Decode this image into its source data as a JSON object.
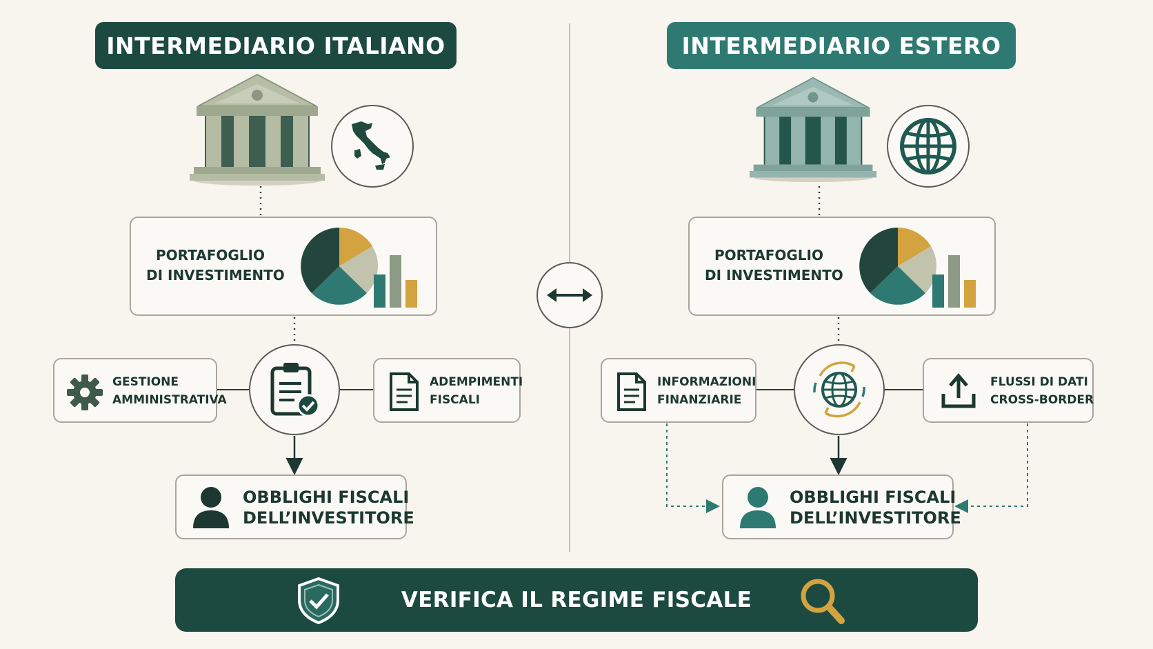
{
  "colors": {
    "dark_green": "#1c4a40",
    "teal": "#2e7a72",
    "sage": "#a8b19a",
    "gold": "#d2a33f",
    "background": "#f8f4ee"
  },
  "left": {
    "header": "INTERMEDIARIO ITALIANO",
    "portfolio": [
      "PORTAFOGLIO",
      "DI INVESTIMENTO"
    ],
    "node_left": [
      "GESTIONE",
      "AMMINISTRATIVA"
    ],
    "node_right": [
      "ADEMPIMENTI",
      "FISCALI"
    ],
    "result": [
      "OBBLIGHI FISCALI",
      "DELL’INVESTITORE"
    ],
    "icons": {
      "bank": "bank-building-icon",
      "country": "italy-map-icon",
      "center": "clipboard-check-icon",
      "node_left": "gear-icon",
      "node_right": "document-icon",
      "result": "person-icon"
    }
  },
  "right": {
    "header": "INTERMEDIARIO ESTERO",
    "portfolio": [
      "PORTAFOGLIO",
      "DI INVESTIMENTO"
    ],
    "node_left": [
      "INFORMAZIONI",
      "FINANZIARIE"
    ],
    "node_right": [
      "FLUSSI DI DATI",
      "CROSS-BORDER"
    ],
    "result": [
      "OBBLIGHI FISCALI",
      "DELL’INVESTITORE"
    ],
    "icons": {
      "bank": "bank-building-icon",
      "country": "globe-icon",
      "center": "globe-exchange-icon",
      "node_left": "document-icon",
      "node_right": "upload-icon",
      "result": "person-icon"
    }
  },
  "center_icon": "double-arrow-icon",
  "bottom": {
    "label": "VERIFICA IL REGIME FISCALE",
    "icons": [
      "shield-check-icon",
      "magnifier-icon"
    ]
  }
}
